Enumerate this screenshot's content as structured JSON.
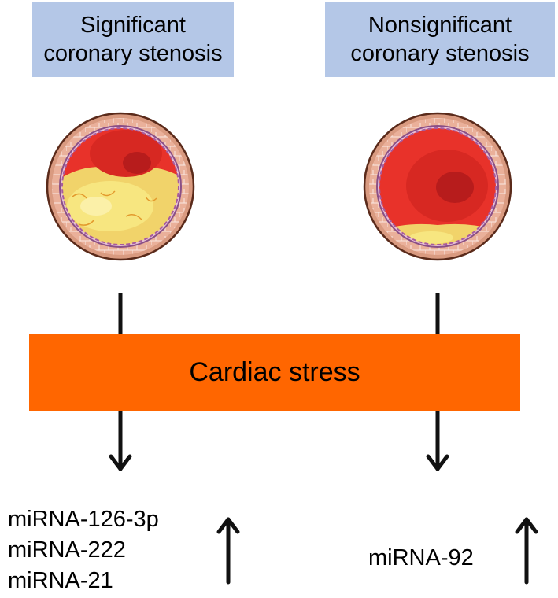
{
  "labels": {
    "left": {
      "line1": "Significant",
      "line2": "coronary stenosis"
    },
    "right": {
      "line1": "Nonsignificant",
      "line2": "coronary stenosis"
    }
  },
  "center": {
    "stress_label": "Cardiac stress"
  },
  "results": {
    "left": [
      "miRNA-126-3p",
      "miRNA-222",
      "miRNA-21"
    ],
    "right": [
      "miRNA-92"
    ]
  },
  "colors": {
    "label_box": "#b4c7e7",
    "stress_bar": "#ff6600",
    "vessel_wall": "#e7a58b",
    "blood": "#e8322a",
    "plaque": "#f7e27a"
  },
  "icons": [
    "artery-cross-section-icon",
    "arrow-down-icon",
    "arrow-up-icon"
  ]
}
